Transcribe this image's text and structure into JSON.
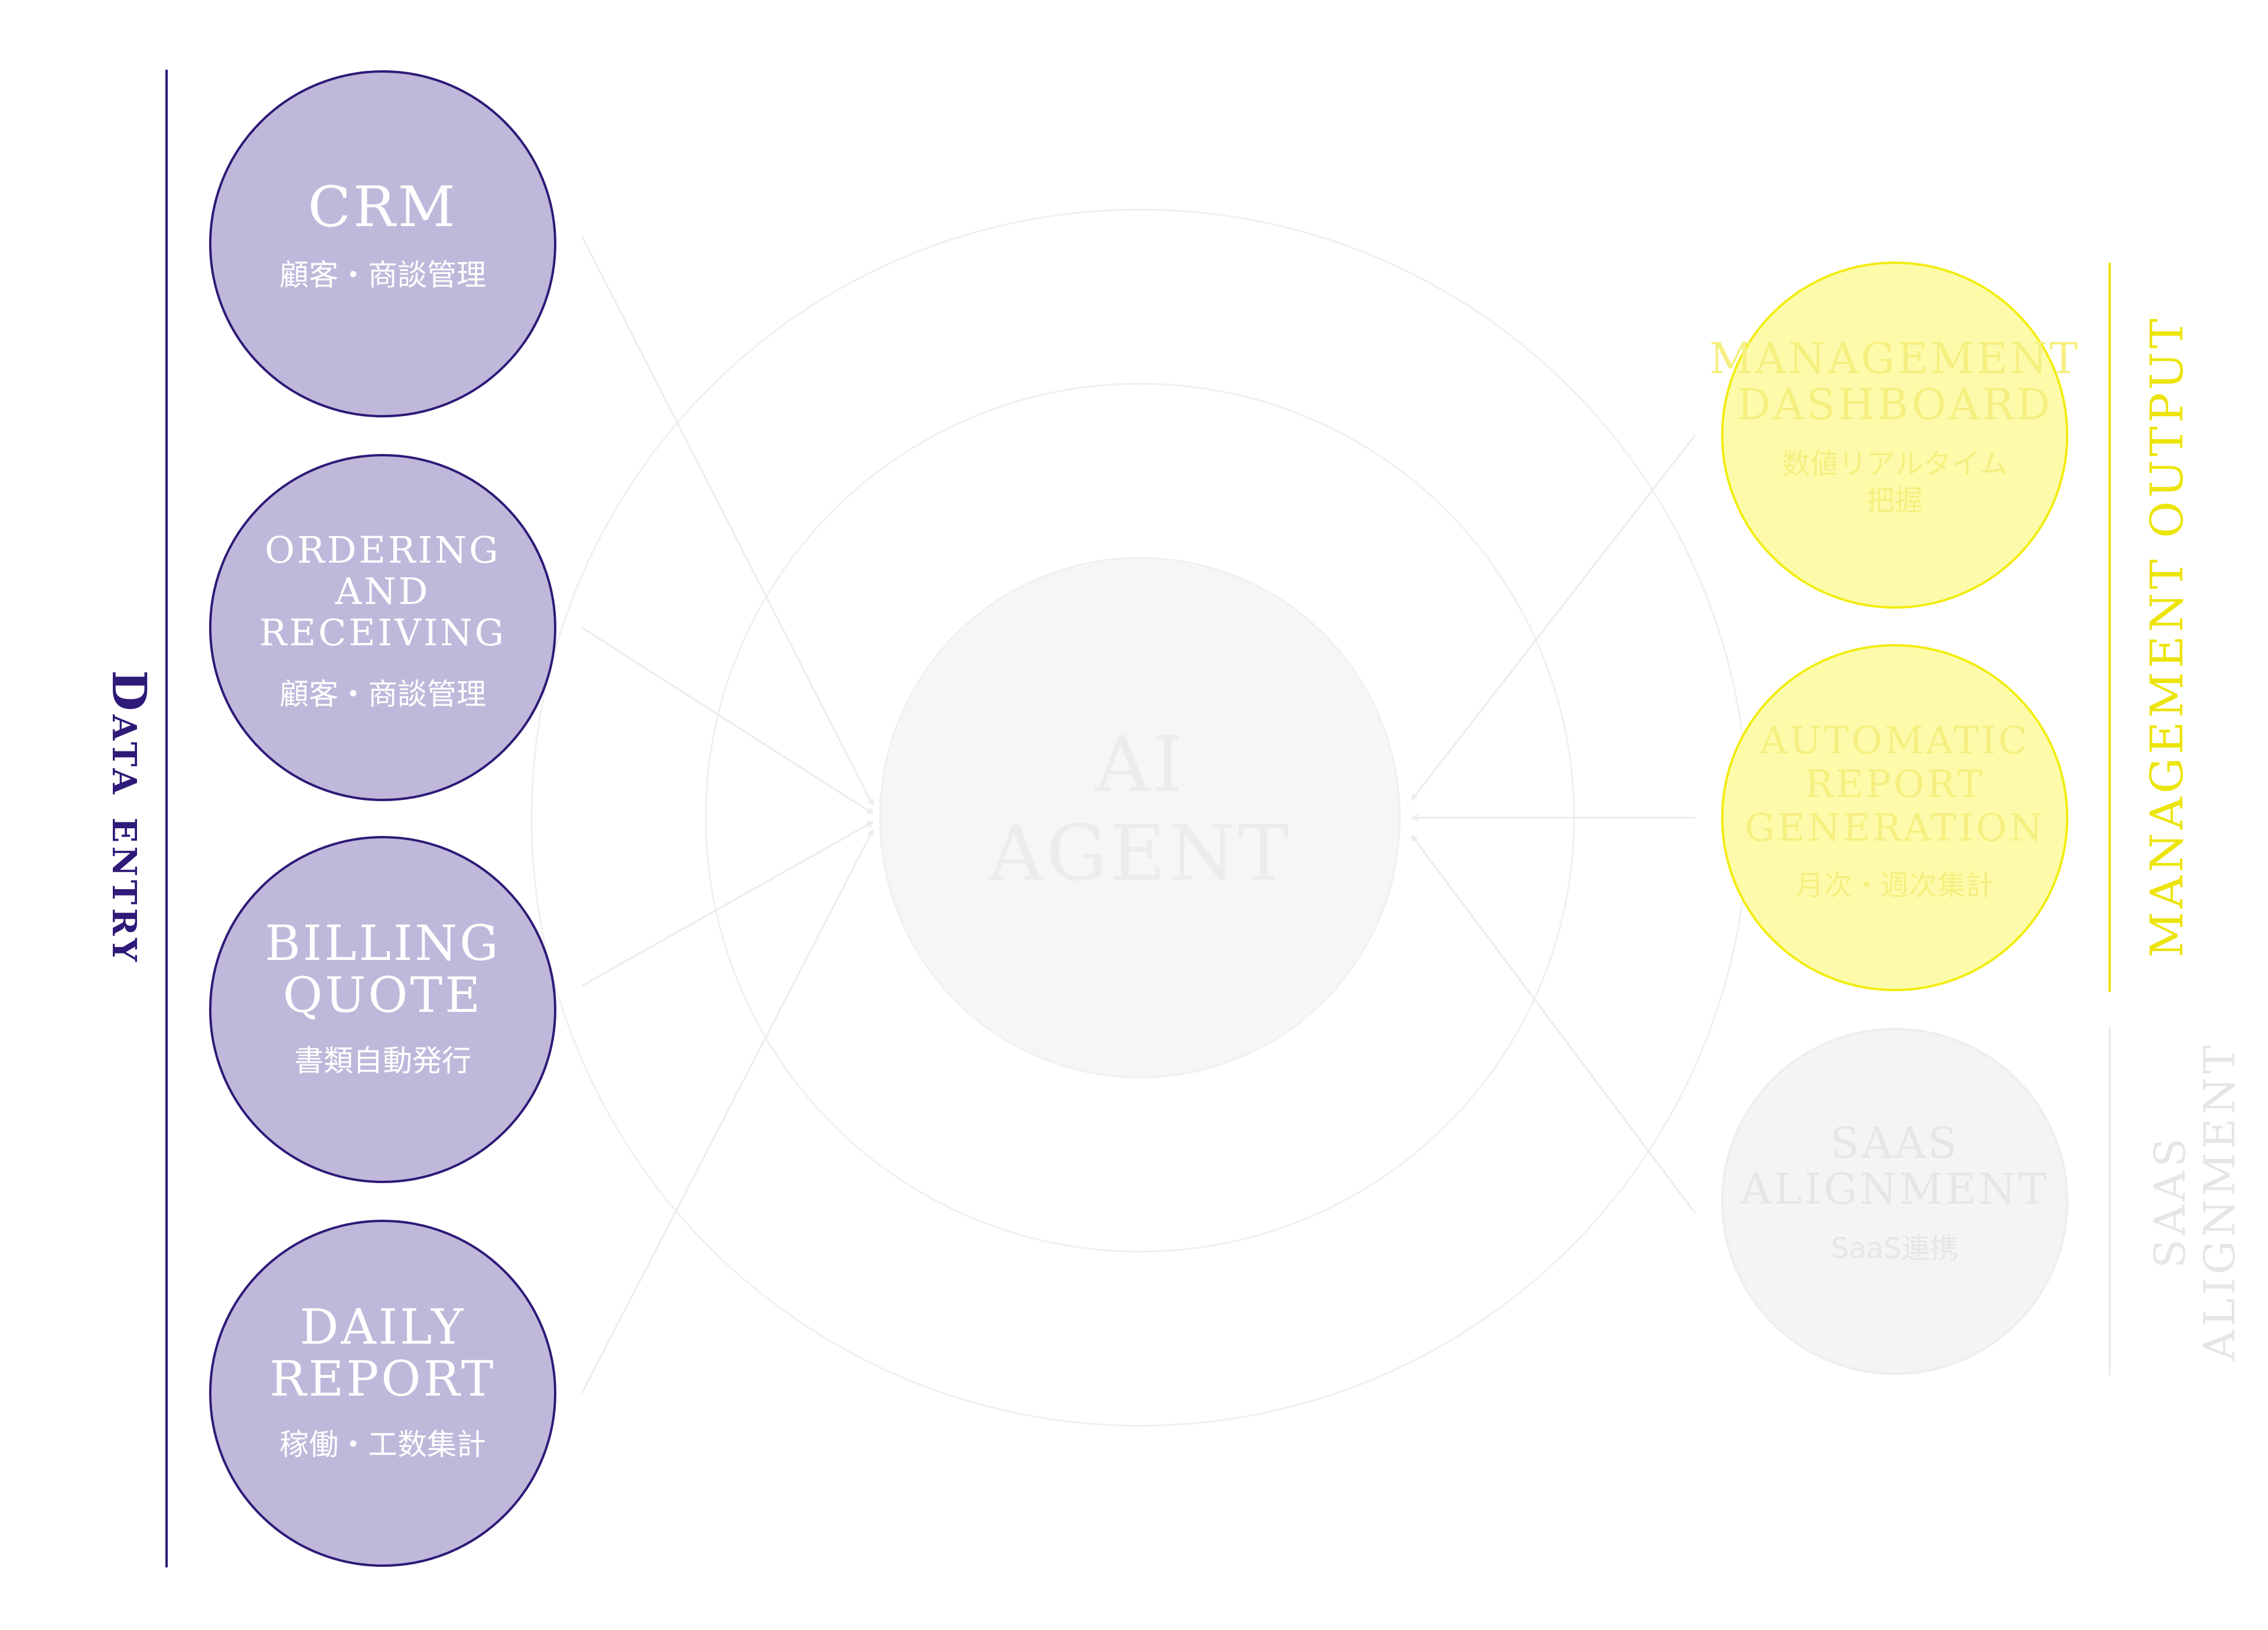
{
  "colors": {
    "input_fill": "#c0b8da",
    "input_stroke": "#2e1a78",
    "input_text": "#ffffff",
    "data_entry_text": "#2e1a78",
    "output_fill": "#fdfbaa",
    "output_stroke": "#f2ec10",
    "output_text": "#f5ef80",
    "management_output_text": "#ece40a",
    "saas_fill": "#f4f4f4",
    "saas_stroke": "#eeeeee",
    "saas_text": "#e6e6e6",
    "ring_stroke": "#f0f0f0",
    "center_fill": "#f6f6f6",
    "center_text": "#ececec",
    "arrow_stroke": "#ececec"
  },
  "left_label": "Data entry",
  "inputs": [
    {
      "title_lines": [
        "CRM"
      ],
      "subtitle_lines": [
        "顧客・商談管理"
      ]
    },
    {
      "title_lines": [
        "ORDERING",
        "AND",
        "RECEIVING"
      ],
      "subtitle_lines": [
        "顧客・商談管理"
      ]
    },
    {
      "title_lines": [
        "BILLING",
        "QUOTE"
      ],
      "subtitle_lines": [
        "書類自動発行"
      ]
    },
    {
      "title_lines": [
        "DAILY",
        "REPORT"
      ],
      "subtitle_lines": [
        "稼働・工数集計"
      ]
    }
  ],
  "center": {
    "title_lines": [
      "AI",
      "AGENT"
    ]
  },
  "outputs": [
    {
      "title_lines": [
        "MANAGEMENT",
        "DASHBOARD"
      ],
      "subtitle_lines": [
        "数値リアルタイム",
        "把握"
      ]
    },
    {
      "title_lines": [
        "AUTOMATIC",
        "REPORT",
        "GENERATION"
      ],
      "subtitle_lines": [
        "月次・週次集計"
      ]
    },
    {
      "title_lines": [
        "SAAS",
        "ALIGNMENT"
      ],
      "subtitle_lines": [
        "SaaS連携"
      ]
    }
  ],
  "right_labels": {
    "management_output": [
      "MANAGEMENT OUTPUT"
    ],
    "saas_alignment": [
      "SAAS",
      "ALIGNMENT"
    ]
  }
}
